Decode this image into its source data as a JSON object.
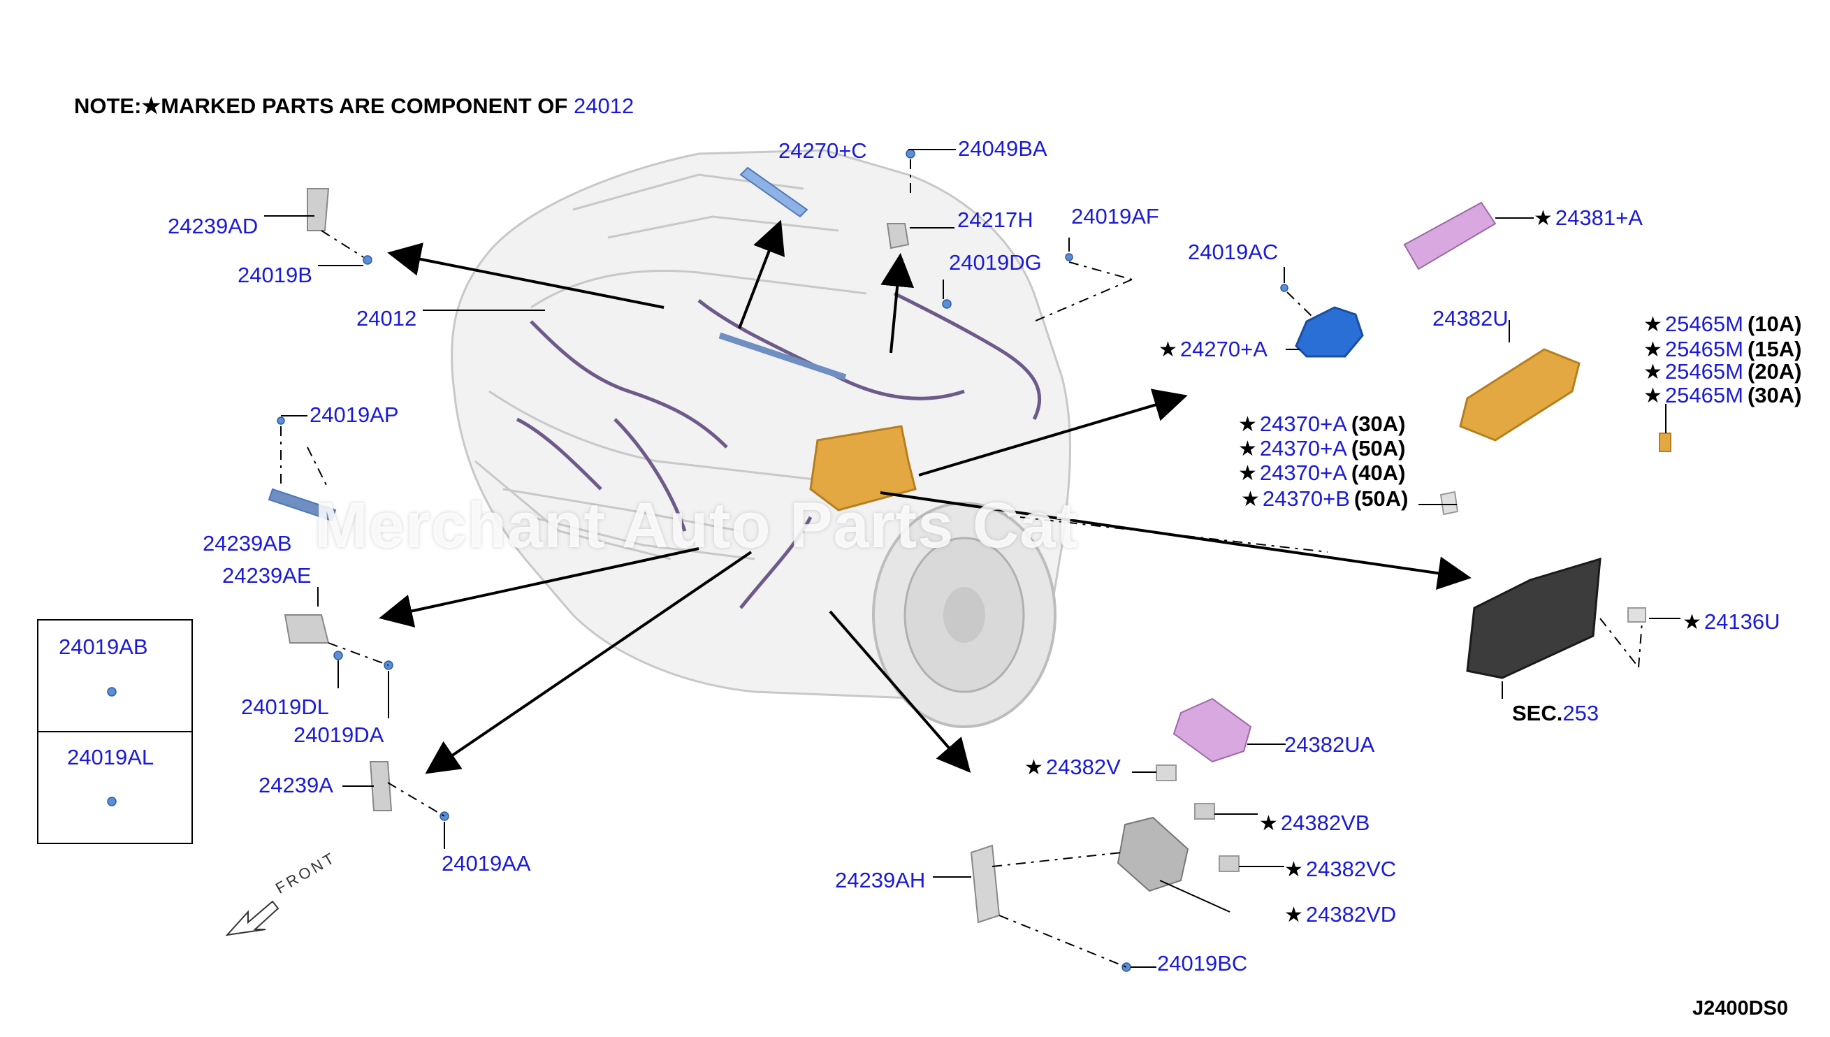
{
  "note": {
    "prefix": "NOTE:",
    "star": "★",
    "text": "MARKED PARTS ARE COMPONENT OF",
    "ref": "24012"
  },
  "diagram_code": "J2400DS0",
  "watermark": "Merchant Auto Parts Cat",
  "front_label": "FRONT",
  "section_ref": {
    "prefix": "SEC.",
    "number": "253"
  },
  "inset_boxes": [
    "24019AB",
    "24019AL"
  ],
  "parts": [
    {
      "id": "24270+C",
      "label": "24270+C"
    },
    {
      "id": "24049BA",
      "label": "24049BA"
    },
    {
      "id": "24239AD",
      "label": "24239AD"
    },
    {
      "id": "24217H",
      "label": "24217H"
    },
    {
      "id": "24019AF",
      "label": "24019AF"
    },
    {
      "id": "24019B",
      "label": "24019B"
    },
    {
      "id": "24019DG",
      "label": "24019DG"
    },
    {
      "id": "24012",
      "label": "24012"
    },
    {
      "id": "24019AC",
      "label": "24019AC"
    },
    {
      "id": "24381+A",
      "label": "24381+A",
      "starred": true
    },
    {
      "id": "24270+A",
      "label": "24270+A",
      "starred": true
    },
    {
      "id": "24382U",
      "label": "24382U"
    },
    {
      "id": "24019AP",
      "label": "24019AP"
    },
    {
      "id": "24239AB",
      "label": "24239AB"
    },
    {
      "id": "24239AE",
      "label": "24239AE"
    },
    {
      "id": "24019DL",
      "label": "24019DL"
    },
    {
      "id": "24019DA",
      "label": "24019DA"
    },
    {
      "id": "24239A",
      "label": "24239A"
    },
    {
      "id": "24019AA",
      "label": "24019AA"
    },
    {
      "id": "24136U",
      "label": "24136U",
      "starred": true
    },
    {
      "id": "24382UA",
      "label": "24382UA"
    },
    {
      "id": "24382V",
      "label": "24382V",
      "starred": true
    },
    {
      "id": "24382VB",
      "label": "24382VB",
      "starred": true
    },
    {
      "id": "24382VC",
      "label": "24382VC",
      "starred": true
    },
    {
      "id": "24382VD",
      "label": "24382VD",
      "starred": true
    },
    {
      "id": "24239AH",
      "label": "24239AH"
    },
    {
      "id": "24019BC",
      "label": "24019BC"
    }
  ],
  "fuses": [
    {
      "label": "25465M",
      "amp": "(10A)"
    },
    {
      "label": "25465M",
      "amp": "(15A)"
    },
    {
      "label": "25465M",
      "amp": "(20A)"
    },
    {
      "label": "25465M",
      "amp": "(30A)"
    }
  ],
  "fusible_links": [
    {
      "label": "24370+A",
      "amp": "(30A)"
    },
    {
      "label": "24370+A",
      "amp": "(50A)"
    },
    {
      "label": "24370+A",
      "amp": "(40A)"
    },
    {
      "label": "24370+B",
      "amp": "(50A)"
    }
  ],
  "colors": {
    "part_label": "#1a1ad8",
    "fuse_box": "#e3a842",
    "harness": "#6e5a8a",
    "blue_part": "#2a6fd6",
    "pink_part": "#d9a8e0"
  }
}
